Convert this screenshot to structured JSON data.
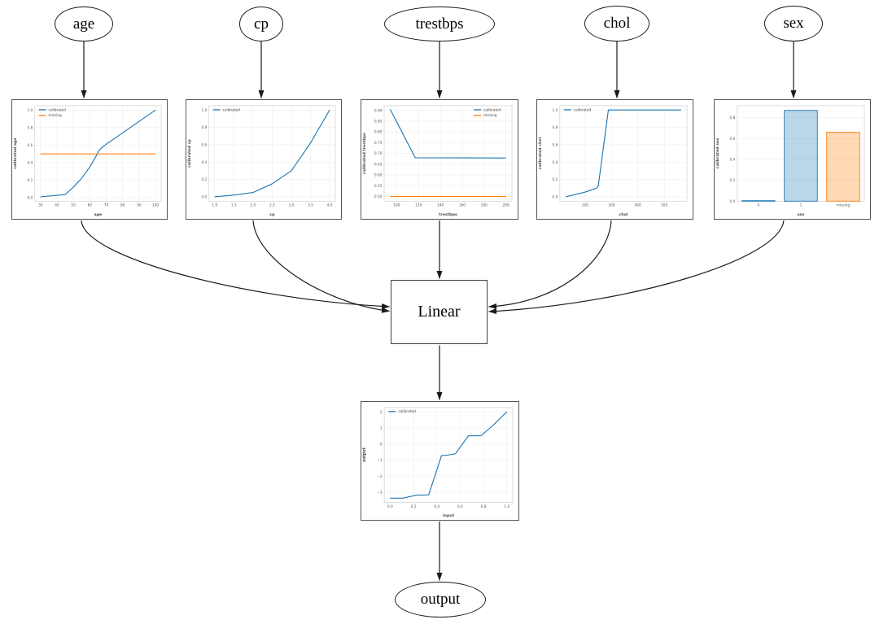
{
  "diagram": {
    "nodes": {
      "inputs": [
        "age",
        "cp",
        "trestbps",
        "chol",
        "sex"
      ],
      "combiner": "Linear",
      "output": "output"
    }
  },
  "colors": {
    "calibrated": "#1f77b4",
    "missing": "#ff7f0e",
    "calibrated_fill": "rgba(31,119,180,0.3)",
    "missing_fill": "rgba(255,127,14,0.3)",
    "edge": "#1a1a1a"
  },
  "chart_data": [
    {
      "id": "age-calibrator",
      "type": "line",
      "title": "",
      "xlabel": "age",
      "ylabel": "calibrated age",
      "xlim": [
        26.5,
        103.5
      ],
      "ylim": [
        -0.04,
        1.05
      ],
      "grid": true,
      "xticks": {
        "pos": [
          30,
          40,
          50,
          60,
          70,
          80,
          90,
          100
        ],
        "labels": [
          "30",
          "40",
          "50",
          "60",
          "70",
          "80",
          "90",
          "100"
        ]
      },
      "yticks": {
        "pos": [
          0,
          0.2,
          0.4,
          0.6,
          0.8,
          1.0
        ],
        "labels": [
          "0.0",
          "0.2",
          "0.4",
          "0.6",
          "0.8",
          "1.0"
        ]
      },
      "legend": {
        "position": "top-left",
        "entries": [
          {
            "label": "calibrated",
            "color": "#1f77b4"
          },
          {
            "label": "missing",
            "color": "#ff7f0e"
          }
        ]
      },
      "series": [
        {
          "name": "calibrated",
          "color": "#1f77b4",
          "points": [
            [
              30,
              0.01
            ],
            [
              45,
              0.035
            ],
            [
              50,
              0.12
            ],
            [
              55,
              0.22
            ],
            [
              60,
              0.35
            ],
            [
              64,
              0.48
            ],
            [
              66,
              0.55
            ],
            [
              70,
              0.61
            ],
            [
              80,
              0.74
            ],
            [
              90,
              0.87
            ],
            [
              100,
              1.0
            ]
          ]
        },
        {
          "name": "missing",
          "color": "#ff7f0e",
          "points": [
            [
              30,
              0.5
            ],
            [
              100,
              0.5
            ]
          ]
        }
      ]
    },
    {
      "id": "cp-calibrator",
      "type": "line",
      "title": "",
      "xlabel": "cp",
      "ylabel": "calibrated cp",
      "xlim": [
        0.85,
        4.15
      ],
      "ylim": [
        -0.05,
        1.05
      ],
      "grid": true,
      "xticks": {
        "pos": [
          1.0,
          1.5,
          2.0,
          2.5,
          3.0,
          3.5,
          4.0
        ],
        "labels": [
          "1.0",
          "1.5",
          "2.0",
          "2.5",
          "3.0",
          "3.5",
          "4.0"
        ]
      },
      "yticks": {
        "pos": [
          0,
          0.2,
          0.4,
          0.6,
          0.8,
          1.0
        ],
        "labels": [
          "0.0",
          "0.2",
          "0.4",
          "0.6",
          "0.8",
          "1.0"
        ]
      },
      "legend": {
        "position": "top-left",
        "entries": [
          {
            "label": "calibrated",
            "color": "#1f77b4"
          }
        ]
      },
      "series": [
        {
          "name": "calibrated",
          "color": "#1f77b4",
          "points": [
            [
              1,
              0.0
            ],
            [
              1.5,
              0.02
            ],
            [
              2,
              0.05
            ],
            [
              2.5,
              0.15
            ],
            [
              3,
              0.3
            ],
            [
              3.5,
              0.62
            ],
            [
              4,
              1.0
            ]
          ]
        }
      ]
    },
    {
      "id": "trestbps-calibrator",
      "type": "line",
      "title": "",
      "xlabel": "trestbps",
      "ylabel": "calibrated trestbps",
      "xlim": [
        88.5,
        205.5
      ],
      "ylim": [
        0.478,
        0.922
      ],
      "grid": true,
      "xticks": {
        "pos": [
          100,
          120,
          140,
          160,
          180,
          200
        ],
        "labels": [
          "100",
          "120",
          "140",
          "160",
          "180",
          "200"
        ]
      },
      "yticks": {
        "pos": [
          0.5,
          0.55,
          0.6,
          0.65,
          0.7,
          0.75,
          0.8,
          0.85,
          0.9
        ],
        "labels": [
          "0.50",
          "0.55",
          "0.60",
          "0.65",
          "0.70",
          "0.75",
          "0.80",
          "0.85",
          "0.90"
        ]
      },
      "legend": {
        "position": "top-right",
        "entries": [
          {
            "label": "calibrated",
            "color": "#1f77b4"
          },
          {
            "label": "missing",
            "color": "#ff7f0e"
          }
        ]
      },
      "series": [
        {
          "name": "calibrated",
          "color": "#1f77b4",
          "points": [
            [
              94,
              0.905
            ],
            [
              117,
              0.68
            ],
            [
              200,
              0.679
            ]
          ]
        },
        {
          "name": "missing",
          "color": "#ff7f0e",
          "points": [
            [
              94,
              0.5
            ],
            [
              200,
              0.5
            ]
          ]
        }
      ]
    },
    {
      "id": "chol-calibrator",
      "type": "line",
      "title": "",
      "xlabel": "chol",
      "ylabel": "calibrated chol",
      "xlim": [
        104,
        586
      ],
      "ylim": [
        -0.05,
        1.05
      ],
      "grid": true,
      "xticks": {
        "pos": [
          200,
          300,
          400,
          500
        ],
        "labels": [
          "200",
          "300",
          "400",
          "500"
        ]
      },
      "yticks": {
        "pos": [
          0,
          0.2,
          0.4,
          0.6,
          0.8,
          1.0
        ],
        "labels": [
          "0.0",
          "0.2",
          "0.4",
          "0.6",
          "0.8",
          "1.0"
        ]
      },
      "legend": {
        "position": "top-left",
        "entries": [
          {
            "label": "calibrated",
            "color": "#1f77b4"
          }
        ]
      },
      "series": [
        {
          "name": "calibrated",
          "color": "#1f77b4",
          "points": [
            [
              126,
              0.0
            ],
            [
              200,
              0.055
            ],
            [
              243,
              0.1
            ],
            [
              250,
              0.13
            ],
            [
              288,
              1.0
            ],
            [
              564,
              1.0
            ]
          ]
        }
      ]
    },
    {
      "id": "sex-calibrator",
      "type": "bar",
      "title": "",
      "xlabel": "sex",
      "ylabel": "calibrated sex",
      "xlim": [
        -0.5,
        2.5
      ],
      "ylim": [
        0,
        0.915
      ],
      "grid": true,
      "grid_x": false,
      "categories": [
        "0",
        "1",
        "missing"
      ],
      "values": [
        0.005,
        0.87,
        0.66
      ],
      "xticks": {
        "pos": [
          0,
          1,
          2
        ],
        "labels": [
          "0",
          "1",
          "missing"
        ]
      },
      "yticks": {
        "pos": [
          0,
          0.2,
          0.4,
          0.6,
          0.8
        ],
        "labels": [
          "0.0",
          "0.2",
          "0.4",
          "0.6",
          "0.8"
        ]
      },
      "bars": [
        {
          "x": 0,
          "value": 0.005,
          "edge": "#1f77b4",
          "fill": "rgba(31,119,180,0.3)"
        },
        {
          "x": 1,
          "value": 0.87,
          "edge": "#1f77b4",
          "fill": "rgba(31,119,180,0.3)"
        },
        {
          "x": 2,
          "value": 0.66,
          "edge": "#ff7f0e",
          "fill": "rgba(255,127,14,0.3)"
        }
      ]
    },
    {
      "id": "output-calibrator",
      "type": "line",
      "title": "",
      "xlabel": "input",
      "ylabel": "output",
      "xlim": [
        -0.05,
        1.05
      ],
      "ylim": [
        -3.62,
        2.27
      ],
      "grid": true,
      "xticks": {
        "pos": [
          0,
          0.2,
          0.4,
          0.6,
          0.8,
          1.0
        ],
        "labels": [
          "0.0",
          "0.2",
          "0.4",
          "0.6",
          "0.8",
          "1.0"
        ]
      },
      "yticks": {
        "pos": [
          -3,
          -2,
          -1,
          0,
          1,
          2
        ],
        "labels": [
          "−3",
          "−2",
          "−1",
          "0",
          "1",
          "2"
        ]
      },
      "legend": {
        "position": "top-left",
        "entries": [
          {
            "label": "calibrated",
            "color": "#1f77b4"
          }
        ]
      },
      "series": [
        {
          "name": "calibrated",
          "color": "#1f77b4",
          "points": [
            [
              0,
              -3.36
            ],
            [
              0.11,
              -3.36
            ],
            [
              0.22,
              -3.18
            ],
            [
              0.33,
              -3.16
            ],
            [
              0.44,
              -0.72
            ],
            [
              0.5,
              -0.68
            ],
            [
              0.56,
              -0.6
            ],
            [
              0.67,
              0.51
            ],
            [
              0.78,
              0.52
            ],
            [
              0.89,
              1.22
            ],
            [
              1.0,
              2.0
            ]
          ]
        }
      ]
    }
  ]
}
